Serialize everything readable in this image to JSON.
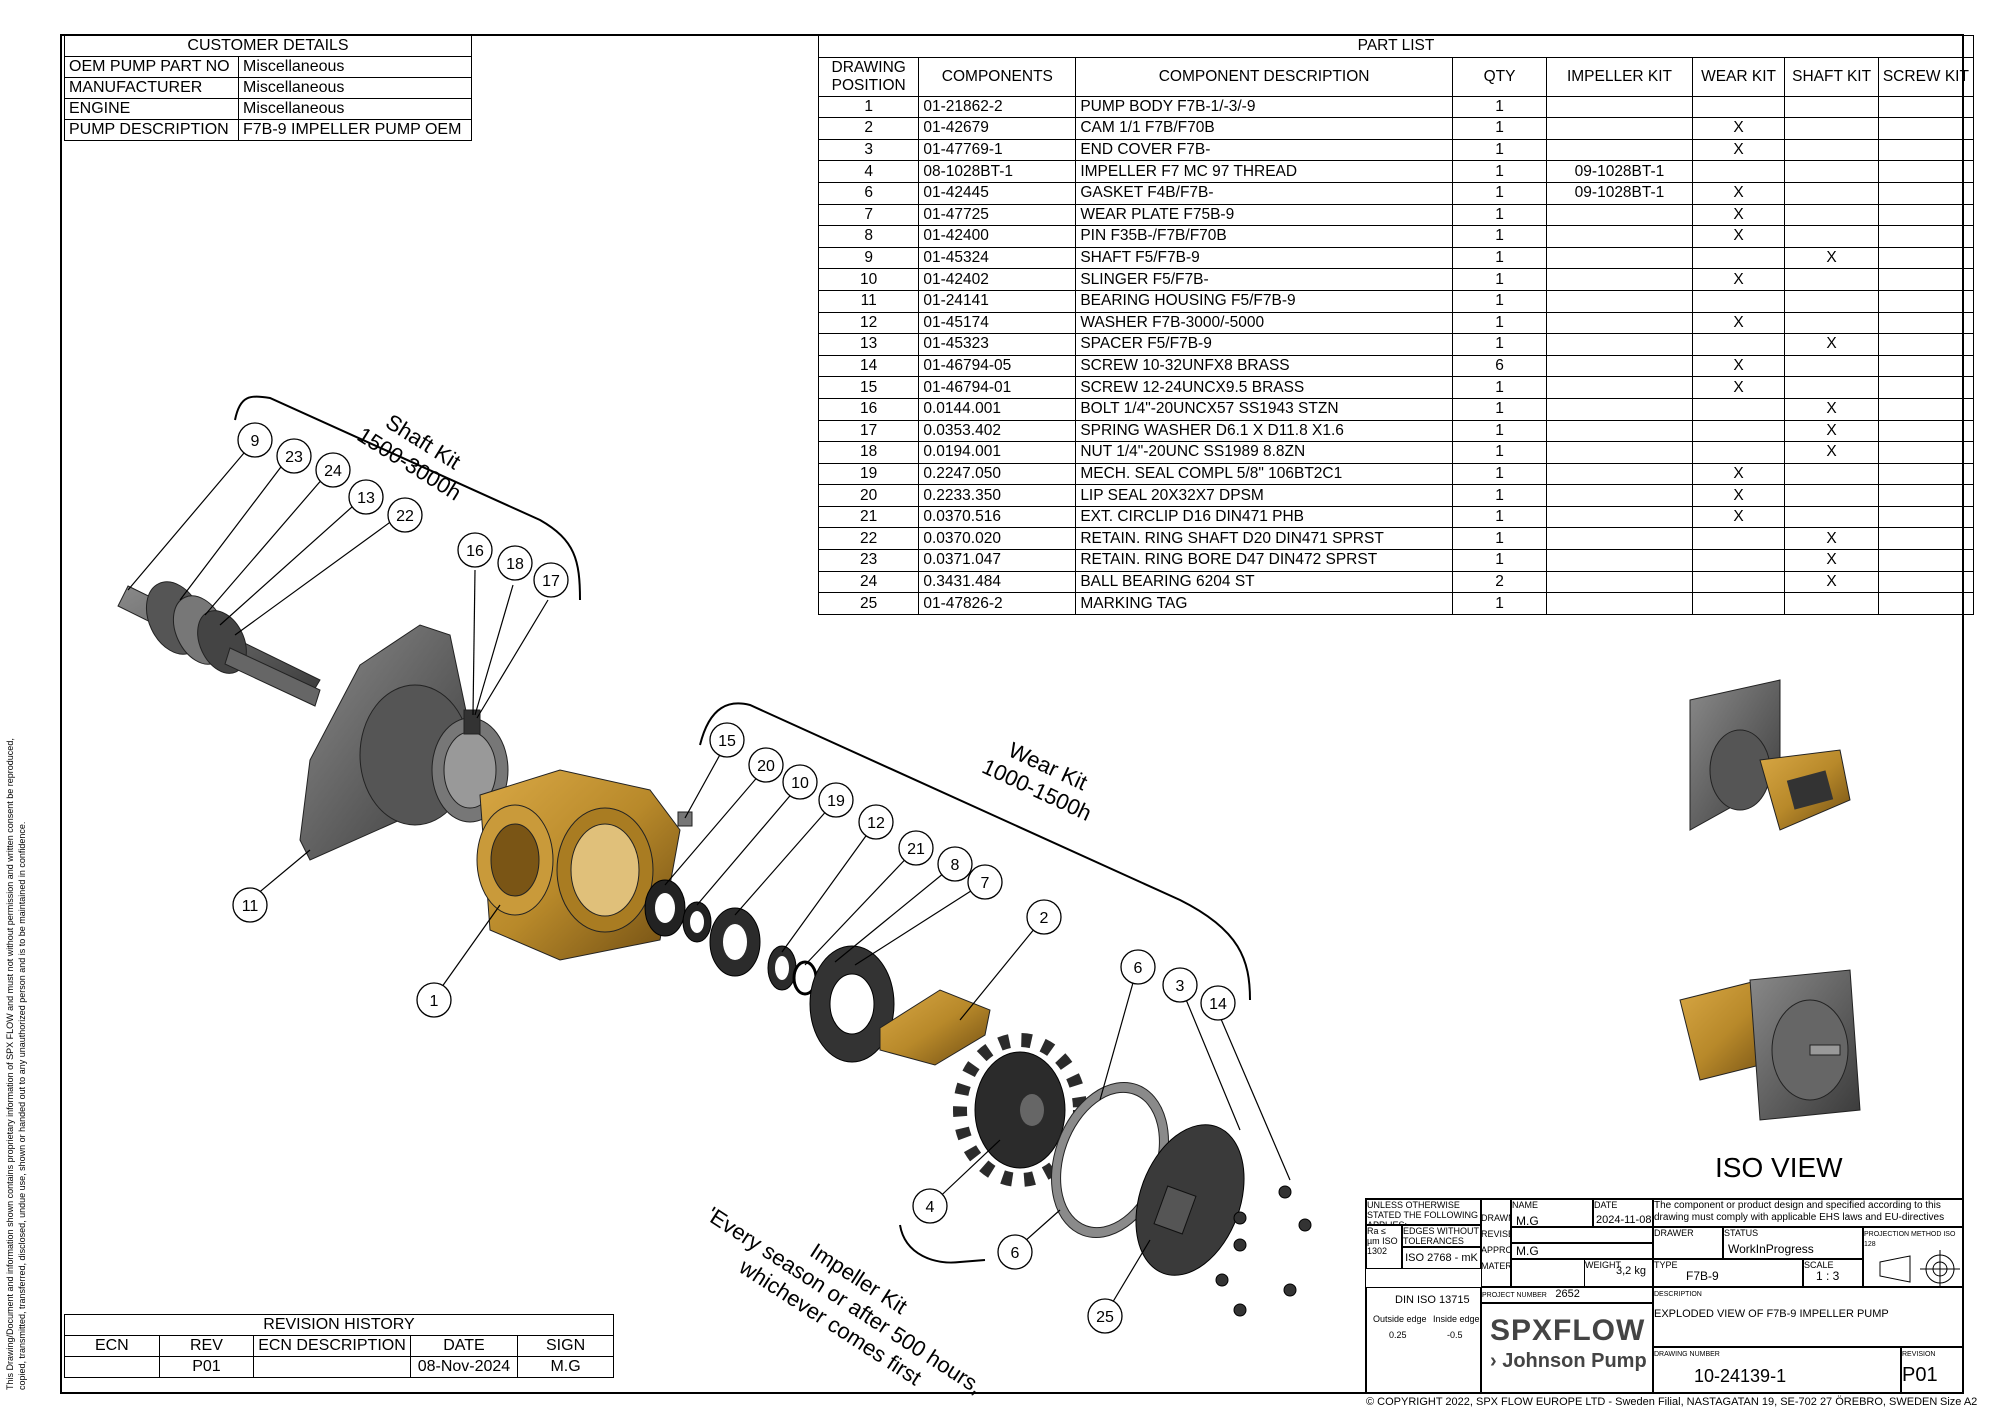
{
  "customer": {
    "title": "CUSTOMER DETAILS",
    "rows": [
      [
        "OEM PUMP PART NO",
        "Miscellaneous"
      ],
      [
        "MANUFACTURER",
        "Miscellaneous"
      ],
      [
        "ENGINE",
        "Miscellaneous"
      ],
      [
        "PUMP DESCRIPTION",
        "F7B-9 IMPELLER PUMP OEM"
      ]
    ]
  },
  "part_list": {
    "title": "PART LIST",
    "headers": [
      "DRAWING POSITION",
      "COMPONENTS",
      "COMPONENT DESCRIPTION",
      "QTY",
      "IMPELLER KIT",
      "WEAR KIT",
      "SHAFT KIT",
      "SCREW KIT"
    ],
    "header_lines": [
      "DRAWING",
      "POSITION"
    ],
    "rows": [
      [
        "1",
        "01-21862-2",
        "PUMP BODY F7B-1/-3/-9",
        "1",
        "",
        "",
        "",
        ""
      ],
      [
        "2",
        "01-42679",
        "CAM 1/1 F7B/F70B",
        "1",
        "",
        "X",
        "",
        ""
      ],
      [
        "3",
        "01-47769-1",
        "END COVER F7B-",
        "1",
        "",
        "X",
        "",
        ""
      ],
      [
        "4",
        "08-1028BT-1",
        "IMPELLER F7 MC 97 THREAD",
        "1",
        "09-1028BT-1",
        "",
        "",
        ""
      ],
      [
        "6",
        "01-42445",
        "GASKET F4B/F7B-",
        "1",
        "09-1028BT-1",
        "X",
        "",
        ""
      ],
      [
        "7",
        "01-47725",
        "WEAR PLATE F75B-9",
        "1",
        "",
        "X",
        "",
        ""
      ],
      [
        "8",
        "01-42400",
        "PIN F35B-/F7B/F70B",
        "1",
        "",
        "X",
        "",
        ""
      ],
      [
        "9",
        "01-45324",
        "SHAFT F5/F7B-9",
        "1",
        "",
        "",
        "X",
        ""
      ],
      [
        "10",
        "01-42402",
        "SLINGER F5/F7B-",
        "1",
        "",
        "X",
        "",
        ""
      ],
      [
        "11",
        "01-24141",
        "BEARING HOUSING F5/F7B-9",
        "1",
        "",
        "",
        "",
        ""
      ],
      [
        "12",
        "01-45174",
        "WASHER F7B-3000/-5000",
        "1",
        "",
        "X",
        "",
        ""
      ],
      [
        "13",
        "01-45323",
        "SPACER F5/F7B-9",
        "1",
        "",
        "",
        "X",
        ""
      ],
      [
        "14",
        "01-46794-05",
        "SCREW 10-32UNFX8 BRASS",
        "6",
        "",
        "X",
        "",
        ""
      ],
      [
        "15",
        "01-46794-01",
        "SCREW 12-24UNCX9.5 BRASS",
        "1",
        "",
        "X",
        "",
        ""
      ],
      [
        "16",
        "0.0144.001",
        "BOLT 1/4\"-20UNCX57 SS1943 STZN",
        "1",
        "",
        "",
        "X",
        ""
      ],
      [
        "17",
        "0.0353.402",
        "SPRING WASHER D6.1 X D11.8 X1.6",
        "1",
        "",
        "",
        "X",
        ""
      ],
      [
        "18",
        "0.0194.001",
        "NUT 1/4\"-20UNC SS1989 8.8ZN",
        "1",
        "",
        "",
        "X",
        ""
      ],
      [
        "19",
        "0.2247.050",
        "MECH. SEAL COMPL 5/8\" 106BT2C1",
        "1",
        "",
        "X",
        "",
        ""
      ],
      [
        "20",
        "0.2233.350",
        "LIP SEAL 20X32X7 DPSM",
        "1",
        "",
        "X",
        "",
        ""
      ],
      [
        "21",
        "0.0370.516",
        "EXT. CIRCLIP D16 DIN471 PHB",
        "1",
        "",
        "X",
        "",
        ""
      ],
      [
        "22",
        "0.0370.020",
        "RETAIN. RING SHAFT D20 DIN471 SPRST",
        "1",
        "",
        "",
        "X",
        ""
      ],
      [
        "23",
        "0.0371.047",
        "RETAIN. RING BORE D47 DIN472 SPRST",
        "1",
        "",
        "",
        "X",
        ""
      ],
      [
        "24",
        "0.3431.484",
        "BALL BEARING 6204 ST",
        "2",
        "",
        "",
        "X",
        ""
      ],
      [
        "25",
        "01-47826-2",
        "MARKING TAG",
        "1",
        "",
        "",
        "",
        ""
      ]
    ]
  },
  "kits": {
    "shaft": [
      "Shaft Kit",
      "1500-3000h"
    ],
    "wear": [
      "Wear Kit",
      "1000-1500h"
    ],
    "impeller": [
      "Impeller Kit",
      "'Every season or after 500 hours,",
      "whichever comes first"
    ]
  },
  "balloons": [
    "9",
    "23",
    "24",
    "13",
    "22",
    "16",
    "18",
    "17",
    "11",
    "1",
    "15",
    "20",
    "10",
    "19",
    "12",
    "21",
    "8",
    "7",
    "2",
    "6",
    "3",
    "14",
    "4",
    "6",
    "25"
  ],
  "iso_view_label": "ISO VIEW",
  "revision": {
    "title": "REVISION HISTORY",
    "headers": [
      "ECN",
      "REV",
      "ECN DESCRIPTION",
      "DATE",
      "SIGN"
    ],
    "row": [
      "",
      "P01",
      "",
      "08-Nov-2024",
      "M.G"
    ]
  },
  "title_block": {
    "unless": "UNLESS OTHERWISE STATED THE FOLLOWING APPLIES:",
    "ra": "Ra ≤ µm ISO 1302",
    "edges": "EDGES WITHOUT TOLERANCES ACC. TO",
    "iso2768": "ISO 2768 - mK",
    "name_label": "NAME",
    "date_label": "DATE",
    "drawn_label": "DRAWN",
    "drawn_by": "M.G",
    "drawn_date": "2024-11-08",
    "revised_label": "REVISED",
    "approved_label": "APPROVED",
    "approved_by": "M.G",
    "material_label": "MATERIAL",
    "weight_label": "WEIGHT",
    "weight": "3,2 kg",
    "ehs_note": "The component or product design and specified according to this drawing must comply with applicable EHS laws and EU-directives",
    "drawer_label": "DRAWER",
    "status_label": "STATUS",
    "status": "WorkInProgress",
    "type_label": "TYPE",
    "type": "F7B-9",
    "scale_label": "SCALE",
    "scale": "1 : 3",
    "projection_label": "PROJECTION METHOD ISO 128",
    "din": "DIN ISO 13715",
    "outside_edge": "Outside edge",
    "inside_edge": "Inside edge",
    "outside_val": "0.25",
    "inside_val": "-0.5",
    "project_number_label": "PROJECT NUMBER",
    "project_number": "2652",
    "description_label": "DESCRIPTION",
    "description": "EXPLODED VIEW OF F7B-9 IMPELLER PUMP",
    "drawing_number_label": "DRAWING NUMBER",
    "drawing_number": "10-24139-1",
    "revision_label": "REVISION",
    "revision": "P01",
    "brand": "SPXFLOW",
    "brand_sub": "Johnson Pump",
    "copyright": "© COPYRIGHT 2022, SPX FLOW EUROPE LTD - Sweden Filial, NASTAGATAN 19, SE-702 27 ÖREBRO, SWEDEN",
    "size": "Size  A2"
  },
  "side_notice": [
    "This Drawing/Document and information shown contains proprietary information of SPX FLOW and must not without permission and written consent be reproduced,",
    "copied, transmitted, transferred, disclosed, undue use, shown or handed out to any unauthorized person and is to be maintained in confidence."
  ],
  "colors": {
    "bronze": "#b8892a",
    "dark_grey": "#555555",
    "rubber": "#2b2b2b",
    "gasket": "#8a8a8a"
  }
}
